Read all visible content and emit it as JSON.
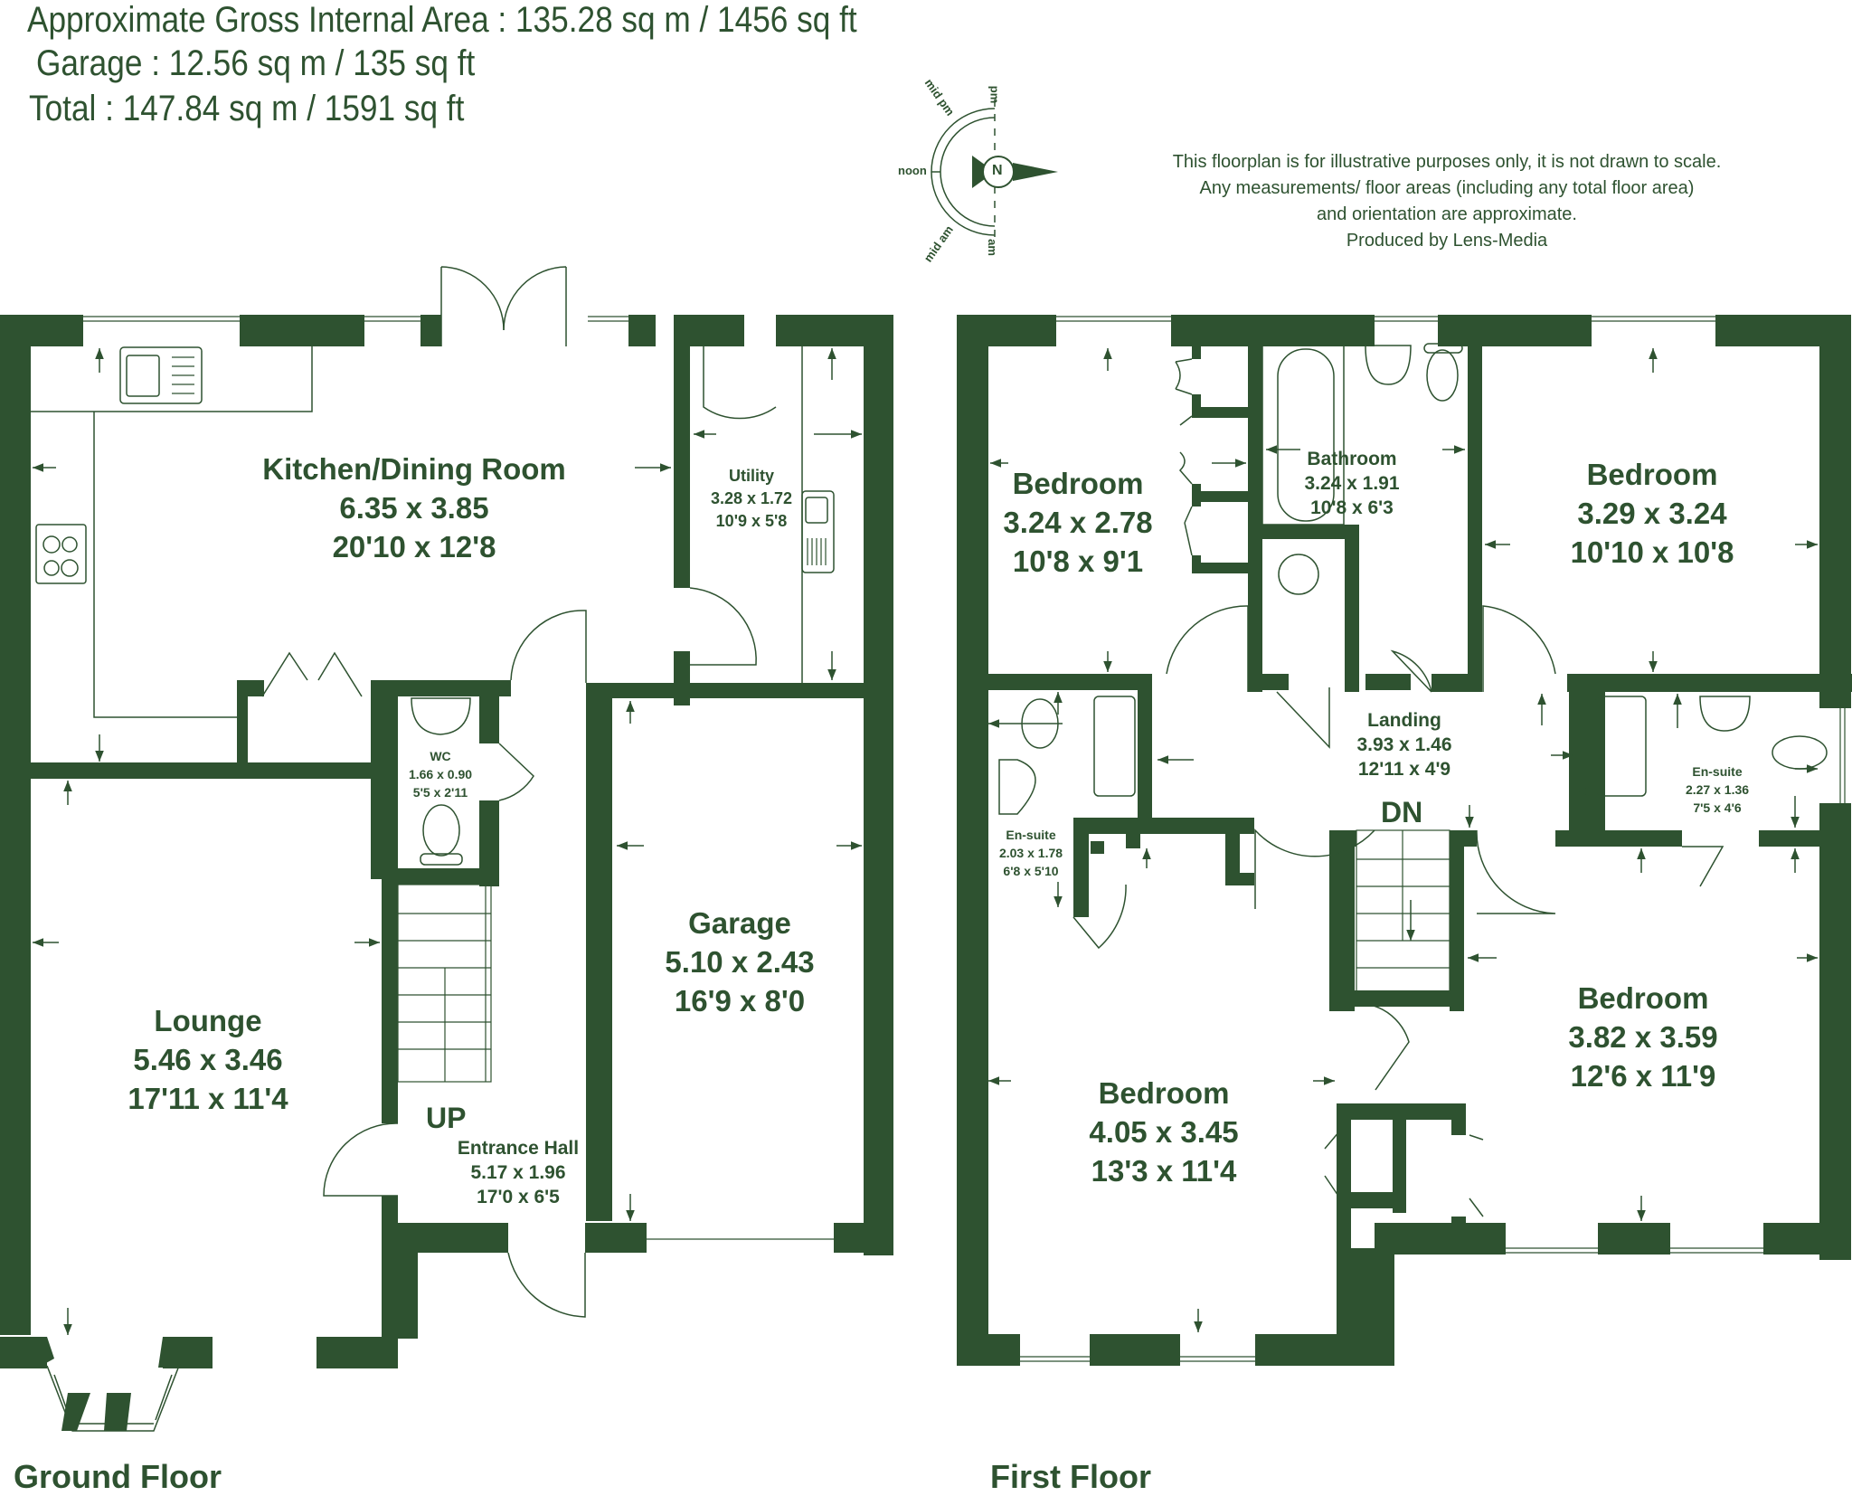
{
  "header": {
    "gross_internal_area": "Approximate Gross Internal Area : 135.28 sq m / 1456 sq ft",
    "garage_area": "Garage : 12.56 sq m / 135 sq ft",
    "total_area": "Total : 147.84 sq m / 1591 sq ft"
  },
  "compass": {
    "north_label": "N",
    "labels": {
      "pm": "pm",
      "mid_pm": "mid pm",
      "noon": "noon",
      "mid_am": "mid am",
      "am": "am"
    }
  },
  "disclaimer": {
    "lines": [
      "This floorplan is for illustrative purposes only, it is not drawn to scale.",
      "Any measurements/ floor areas (including any total floor area)",
      "and orientation are approximate.",
      "Produced by Lens-Media"
    ]
  },
  "colors": {
    "wall": "#2e5230",
    "text": "#2e5230",
    "background": "#ffffff"
  },
  "ground_floor": {
    "label": "Ground Floor",
    "stairs_label": "UP",
    "rooms": [
      {
        "name": "Kitchen/Dining Room",
        "metric": "6.35 x 3.85",
        "imperial": "20'10 x 12'8"
      },
      {
        "name": "Utility",
        "metric": "3.28 x 1.72",
        "imperial": "10'9 x 5'8"
      },
      {
        "name": "WC",
        "metric": "1.66 x 0.90",
        "imperial": "5'5 x 2'11"
      },
      {
        "name": "Lounge",
        "metric": "5.46 x 3.46",
        "imperial": "17'11 x 11'4"
      },
      {
        "name": "Entrance Hall",
        "metric": "5.17 x 1.96",
        "imperial": "17'0 x 6'5"
      },
      {
        "name": "Garage",
        "metric": "5.10 x 2.43",
        "imperial": "16'9 x 8'0"
      }
    ]
  },
  "first_floor": {
    "label": "First Floor",
    "stairs_label": "DN",
    "rooms": [
      {
        "name": "Bedroom",
        "metric": "3.24 x 2.78",
        "imperial": "10'8 x 9'1"
      },
      {
        "name": "Bathroom",
        "metric": "3.24 x 1.91",
        "imperial": "10'8 x 6'3"
      },
      {
        "name": "Bedroom",
        "metric": "3.29 x 3.24",
        "imperial": "10'10 x 10'8"
      },
      {
        "name": "En-suite",
        "metric": "2.03 x 1.78",
        "imperial": "6'8 x 5'10"
      },
      {
        "name": "Landing",
        "metric": "3.93 x 1.46",
        "imperial": "12'11 x 4'9"
      },
      {
        "name": "En-suite",
        "metric": "2.27 x 1.36",
        "imperial": "7'5 x 4'6"
      },
      {
        "name": "Bedroom",
        "metric": "4.05 x 3.45",
        "imperial": "13'3 x 11'4"
      },
      {
        "name": "Bedroom",
        "metric": "3.82 x 3.59",
        "imperial": "12'6 x 11'9"
      }
    ]
  }
}
